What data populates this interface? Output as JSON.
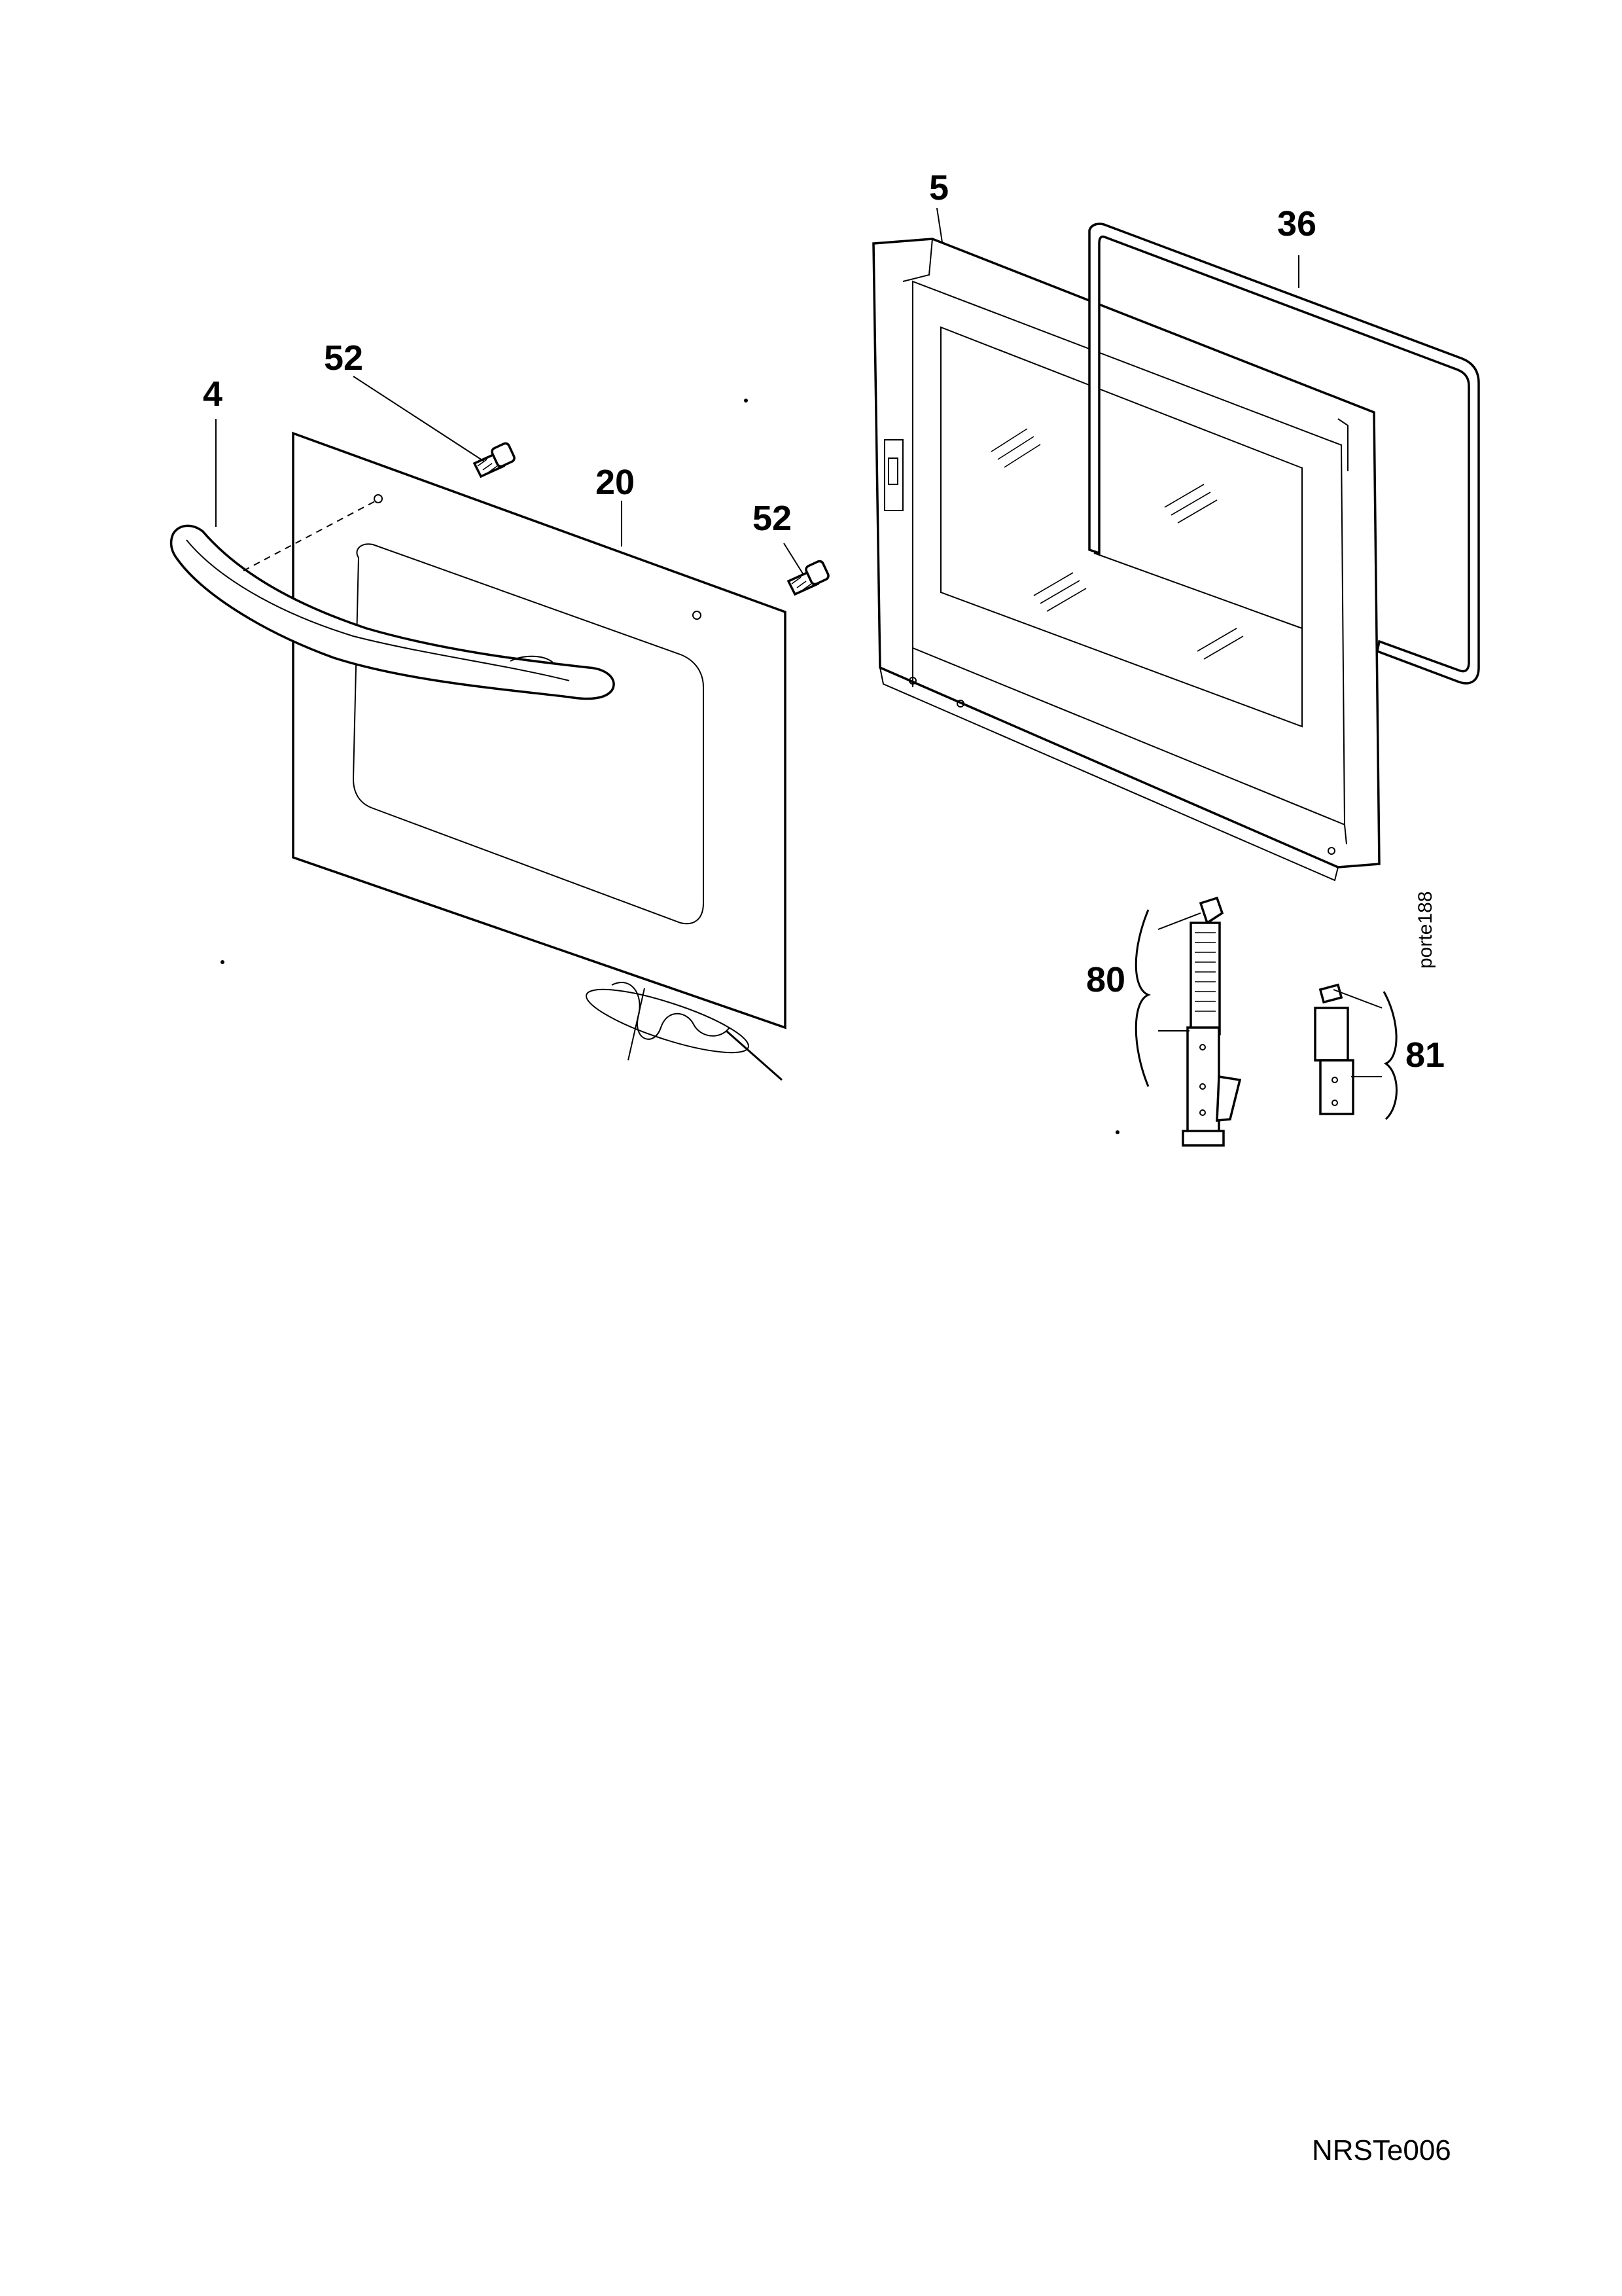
{
  "callouts": {
    "handle": "4",
    "screw_top": "52",
    "screw_right": "52",
    "outer_glass": "20",
    "door_frame": "5",
    "seal": "36",
    "hinge_left": "80",
    "hinge_right": "81"
  },
  "side_code": "porte188",
  "drawing_code": "NRSTe006",
  "icons": {
    "logo": "brand-signature-logo"
  }
}
